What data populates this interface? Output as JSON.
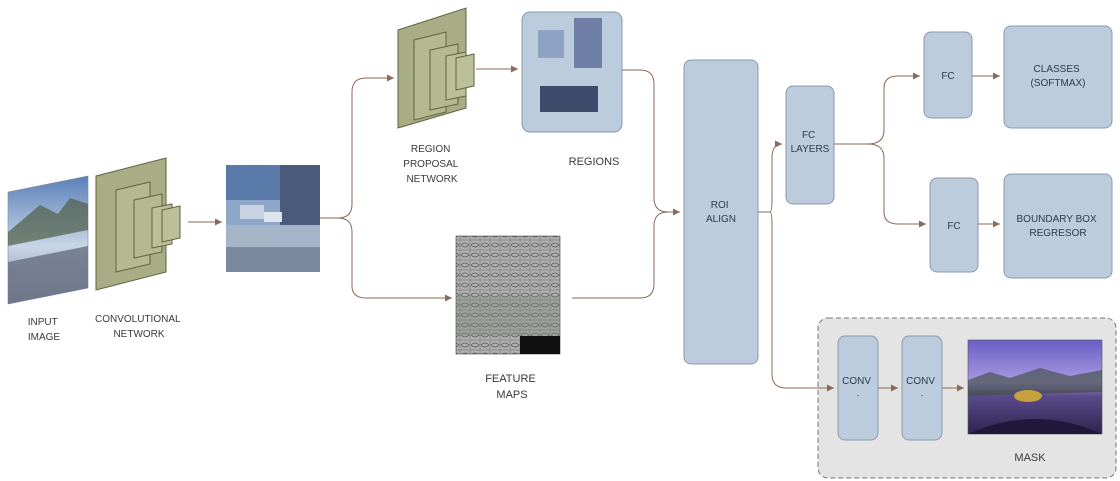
{
  "labels": {
    "input_image": [
      "INPUT",
      "IMAGE"
    ],
    "conv_network": [
      "CONVOLUTIONAL",
      "NETWORK"
    ],
    "region_proposal": [
      "REGION",
      "PROPOSAL",
      "NETWORK"
    ],
    "regions": "REGIONS",
    "feature_maps": [
      "FEATURE",
      "MAPS"
    ],
    "roi_align": [
      "ROI",
      "ALIGN"
    ],
    "fc_layers": [
      "FC",
      "LAYERS"
    ],
    "fc_top": "FC",
    "classes": [
      "CLASSES",
      "(SOFTMAX)"
    ],
    "fc_bottom": "FC",
    "bbox": [
      "BOUNDARY BOX",
      "REGRESOR"
    ],
    "conv1": [
      "CONV",
      "."
    ],
    "conv2": [
      "CONV",
      "."
    ],
    "mask": "MASK"
  },
  "colors": {
    "box_fill": "#bcccdc",
    "box_stroke": "#8a9aac",
    "arrow": "#8a6a5a",
    "cube_face": "#a8ad85",
    "cube_edge": "#5e6340",
    "mask_panel": "#e4e4e4"
  }
}
